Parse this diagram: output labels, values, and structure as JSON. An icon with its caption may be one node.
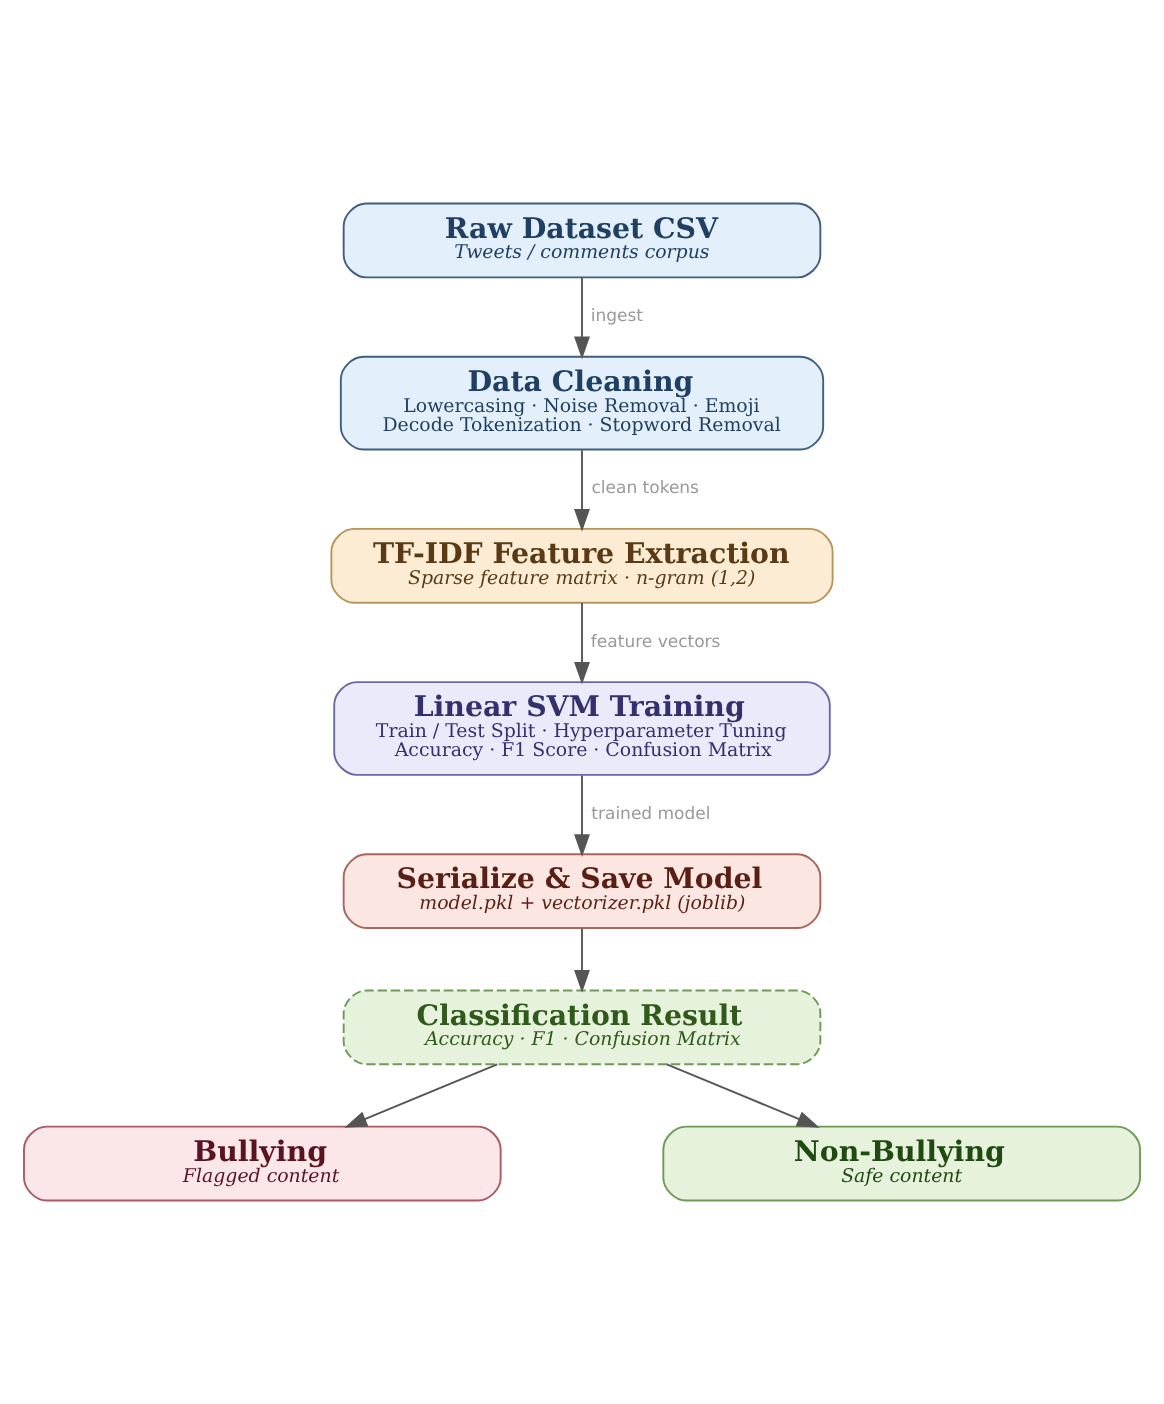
{
  "diagram": {
    "nodes": [
      {
        "text": [
          "Raw Dataset CSV",
          "Tweets / comments corpus"
        ]
      },
      {
        "text": [
          "Data Cleaning",
          "Lowercasing · Noise Removal · Emoji Decode Tokenization · Stopword Removal"
        ]
      },
      {
        "text": [
          "TF-IDF Feature Extraction",
          "Sparse feature matrix · n-gram (1,2)"
        ]
      },
      {
        "text": [
          "Linear SVM Training",
          "Train / Test Split · Hyperparameter Tuning Accuracy · F1 Score · Confusion Matrix"
        ]
      },
      {
        "text": [
          "Serialize & Save Model",
          "model.pkl + vectorizer.pkl (joblib)"
        ]
      },
      {
        "text": [
          "Classification Result",
          "Accuracy · F1 · Confusion Matrix"
        ]
      },
      {
        "text": [
          "Bullying",
          "Flagged content"
        ]
      },
      {
        "text": [
          "Non-Bullying",
          "Safe content"
        ]
      }
    ],
    "edges": [
      {
        "from": 0,
        "to": 1,
        "arrow": "to",
        "label": "ingest"
      },
      {
        "from": 1,
        "to": 2,
        "arrow": "to",
        "label": "clean tokens"
      },
      {
        "from": 2,
        "to": 3,
        "arrow": "to",
        "label": "feature vectors"
      },
      {
        "from": 3,
        "to": 4,
        "arrow": "to",
        "label": "trained model"
      },
      {
        "from": 4,
        "to": 5,
        "arrow": "to"
      },
      {
        "from": 5,
        "to": 6,
        "arrow": "to"
      },
      {
        "from": 5,
        "to": 7,
        "arrow": "to"
      }
    ]
  }
}
